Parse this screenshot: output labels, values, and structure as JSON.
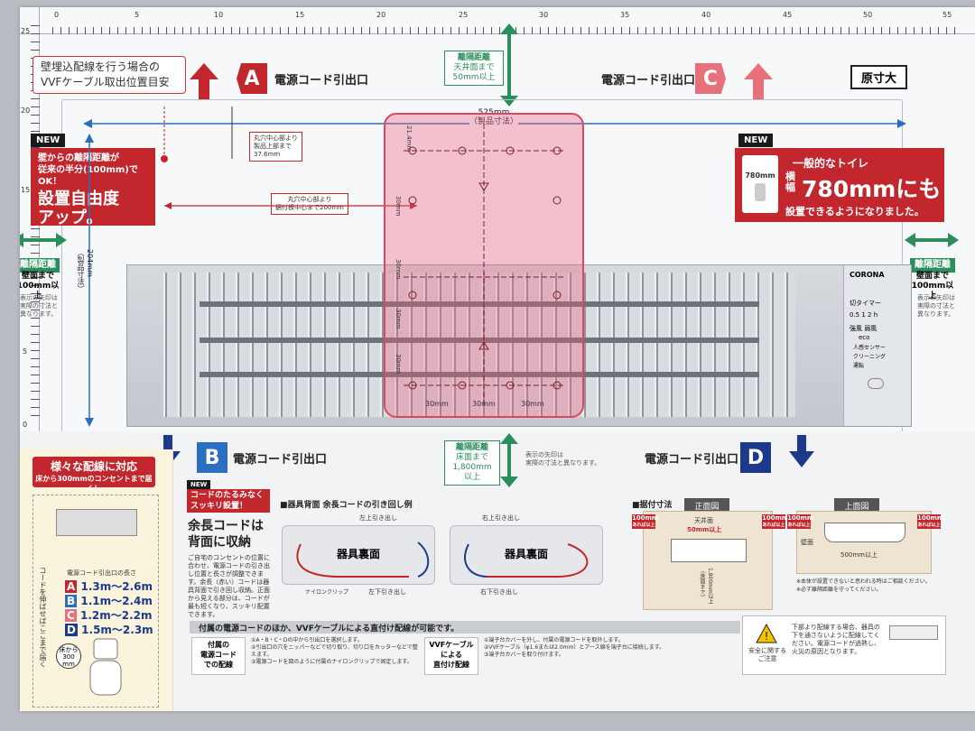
{
  "ruler": {
    "top_ticks": [
      "0",
      "5",
      "10",
      "15",
      "20",
      "25",
      "30",
      "35",
      "40",
      "45",
      "50",
      "55"
    ],
    "left_ticks": [
      "25",
      "20",
      "15",
      "10",
      "5",
      "0"
    ]
  },
  "top": {
    "callout_left": "壁埋込配線を行う場合の\nVVFケーブル取出位置目安",
    "outlet_a": {
      "letter": "A",
      "label": "電源コード引出口"
    },
    "outlet_c": {
      "letter": "C",
      "label": "電源コード引出口"
    },
    "clearance_top": {
      "title": "離隔距離",
      "sub": "天井面まで\n50mm以上"
    },
    "actual_size": "原寸大",
    "width_dim": "525mm\n（製品寸法）",
    "hole_center_note": "丸穴中心部より\n製品上部まで\n37.6mm",
    "hole_to_plate_note": "丸穴中心部より\n据付板中心まで200mm",
    "height_dim": "204mm\n（製品寸法）"
  },
  "new_left": {
    "badge": "NEW",
    "line1": "壁からの離隔距離が\n従来の半分(100mm)でOK！",
    "line2": "設置自由度\nアップ。"
  },
  "new_right": {
    "badge": "NEW",
    "sub": "一般的なトイレ",
    "main_prefix": "横幅",
    "main_value": "780mmにも",
    "tail": "設置できるようになりました。",
    "size_chip": "780mm"
  },
  "side_left": {
    "title": "離隔距離",
    "value": "壁面まで\n100mm以上",
    "note": "表示の矢印は\n実際の寸法と\n異なります。"
  },
  "side_right": {
    "title": "離隔距離",
    "value": "壁面まで\n100mm以上",
    "note": "表示の矢印は\n実際の寸法と\n異なります。"
  },
  "heater": {
    "brand": "CORONA",
    "timer": "切タイマー",
    "timer_vals": "0.5  1  2 h",
    "modes": [
      "強風 弱風",
      "eco",
      "人感センサー",
      "クリーニング",
      "運転"
    ],
    "template_dims": [
      "30mm",
      "30mm",
      "30mm"
    ],
    "template_vert": [
      "30mm",
      "30mm",
      "30mm",
      "30mm"
    ],
    "template_side": "21.4mm"
  },
  "bottom": {
    "outlet_b": {
      "letter": "B",
      "label": "電源コード引出口"
    },
    "outlet_d": {
      "letter": "D",
      "label": "電源コード引出口"
    },
    "clearance_bottom": {
      "title": "離隔距離",
      "sub": "床面まで\n1,800mm以上"
    },
    "arrow_note": "表示の矢印は\n実際の寸法と異なります。",
    "left_panel": {
      "title": "様々な配線に対応",
      "sub": "床から300mmのコンセントまで届く！",
      "ranges_title": "電源コード引出口の長さ",
      "ranges": [
        "1.3m～2.6m",
        "1.1m～2.4m",
        "1.2m～2.2m",
        "1.5m～2.3m"
      ],
      "range_letters": [
        "A",
        "B",
        "C",
        "D"
      ],
      "floor_chip": "床から\n300\nmm",
      "vertical_text": "コードを伸ばせばここまで届く"
    },
    "cord_panel": {
      "badge": "NEW",
      "red_title": "コードのたるみなく\nスッキリ設置！",
      "title": "余長コードは\n背面に収納",
      "body": "ご自宅のコンセントの位置に合わせ、電源コードの引き出し位置と長さが調整できます。余長（赤い）コードは器具背面で引き回し収納。正面から見える部分は、コードが最も短くなり、スッキリ配置できます。"
    },
    "rear_section": {
      "title": "■器具背面 余長コードの引き回し例",
      "panel_label": "器具裏面",
      "labels": [
        "左上引き出し",
        "右上引き出し",
        "左下引き出し",
        "右下引き出し"
      ],
      "clip": "ナイロンクリップ"
    },
    "mount_section": {
      "title": "■据付寸法",
      "front": "正面図",
      "top": "上面図",
      "ceiling": "天井面",
      "mm100": "100mm",
      "mm100_sub": "あれば以上",
      "mm50": "50mm以上",
      "mm500": "500mm以上",
      "floor": "1,800mm以上（床面まで）",
      "wall": "壁面",
      "notes": "※本体が設置できないと思われる時はご相談ください。\n※必ず離隔距離を守ってください。"
    },
    "wiring": {
      "header": "付属の電源コードのほか、VVFケーブルによる直付け配線が可能です。",
      "left_title": "付属の\n電源コード\nでの配線",
      "left_body": "①A・B・C・Dの中から引出口を選択します。\n②引出口の穴をニッパーなどで切り取り、切り口をカッターなどで整えます。\n③電源コードを図のように付属のナイロンクリップで固定します。",
      "right_title": "VVFケーブル\nによる\n直付け配線",
      "right_body": "①端子台カバーを外し、付属の電源コードを取外します。\n②VVFケーブル（φ1.6または2.0mm）とアース線を端子台に接続します。\n③端子台カバーを取り付けます。",
      "safety_title": "安全に関する\nご注意",
      "safety_body": "下部より配線する場合、器具の下を通さないように配線してください。電源コードが過熱し、火災の原因となります。"
    }
  },
  "colors": {
    "red": "#c2272d",
    "navy": "#1d3a8a",
    "green": "#2a8f5b",
    "pink": "#e85c78"
  }
}
